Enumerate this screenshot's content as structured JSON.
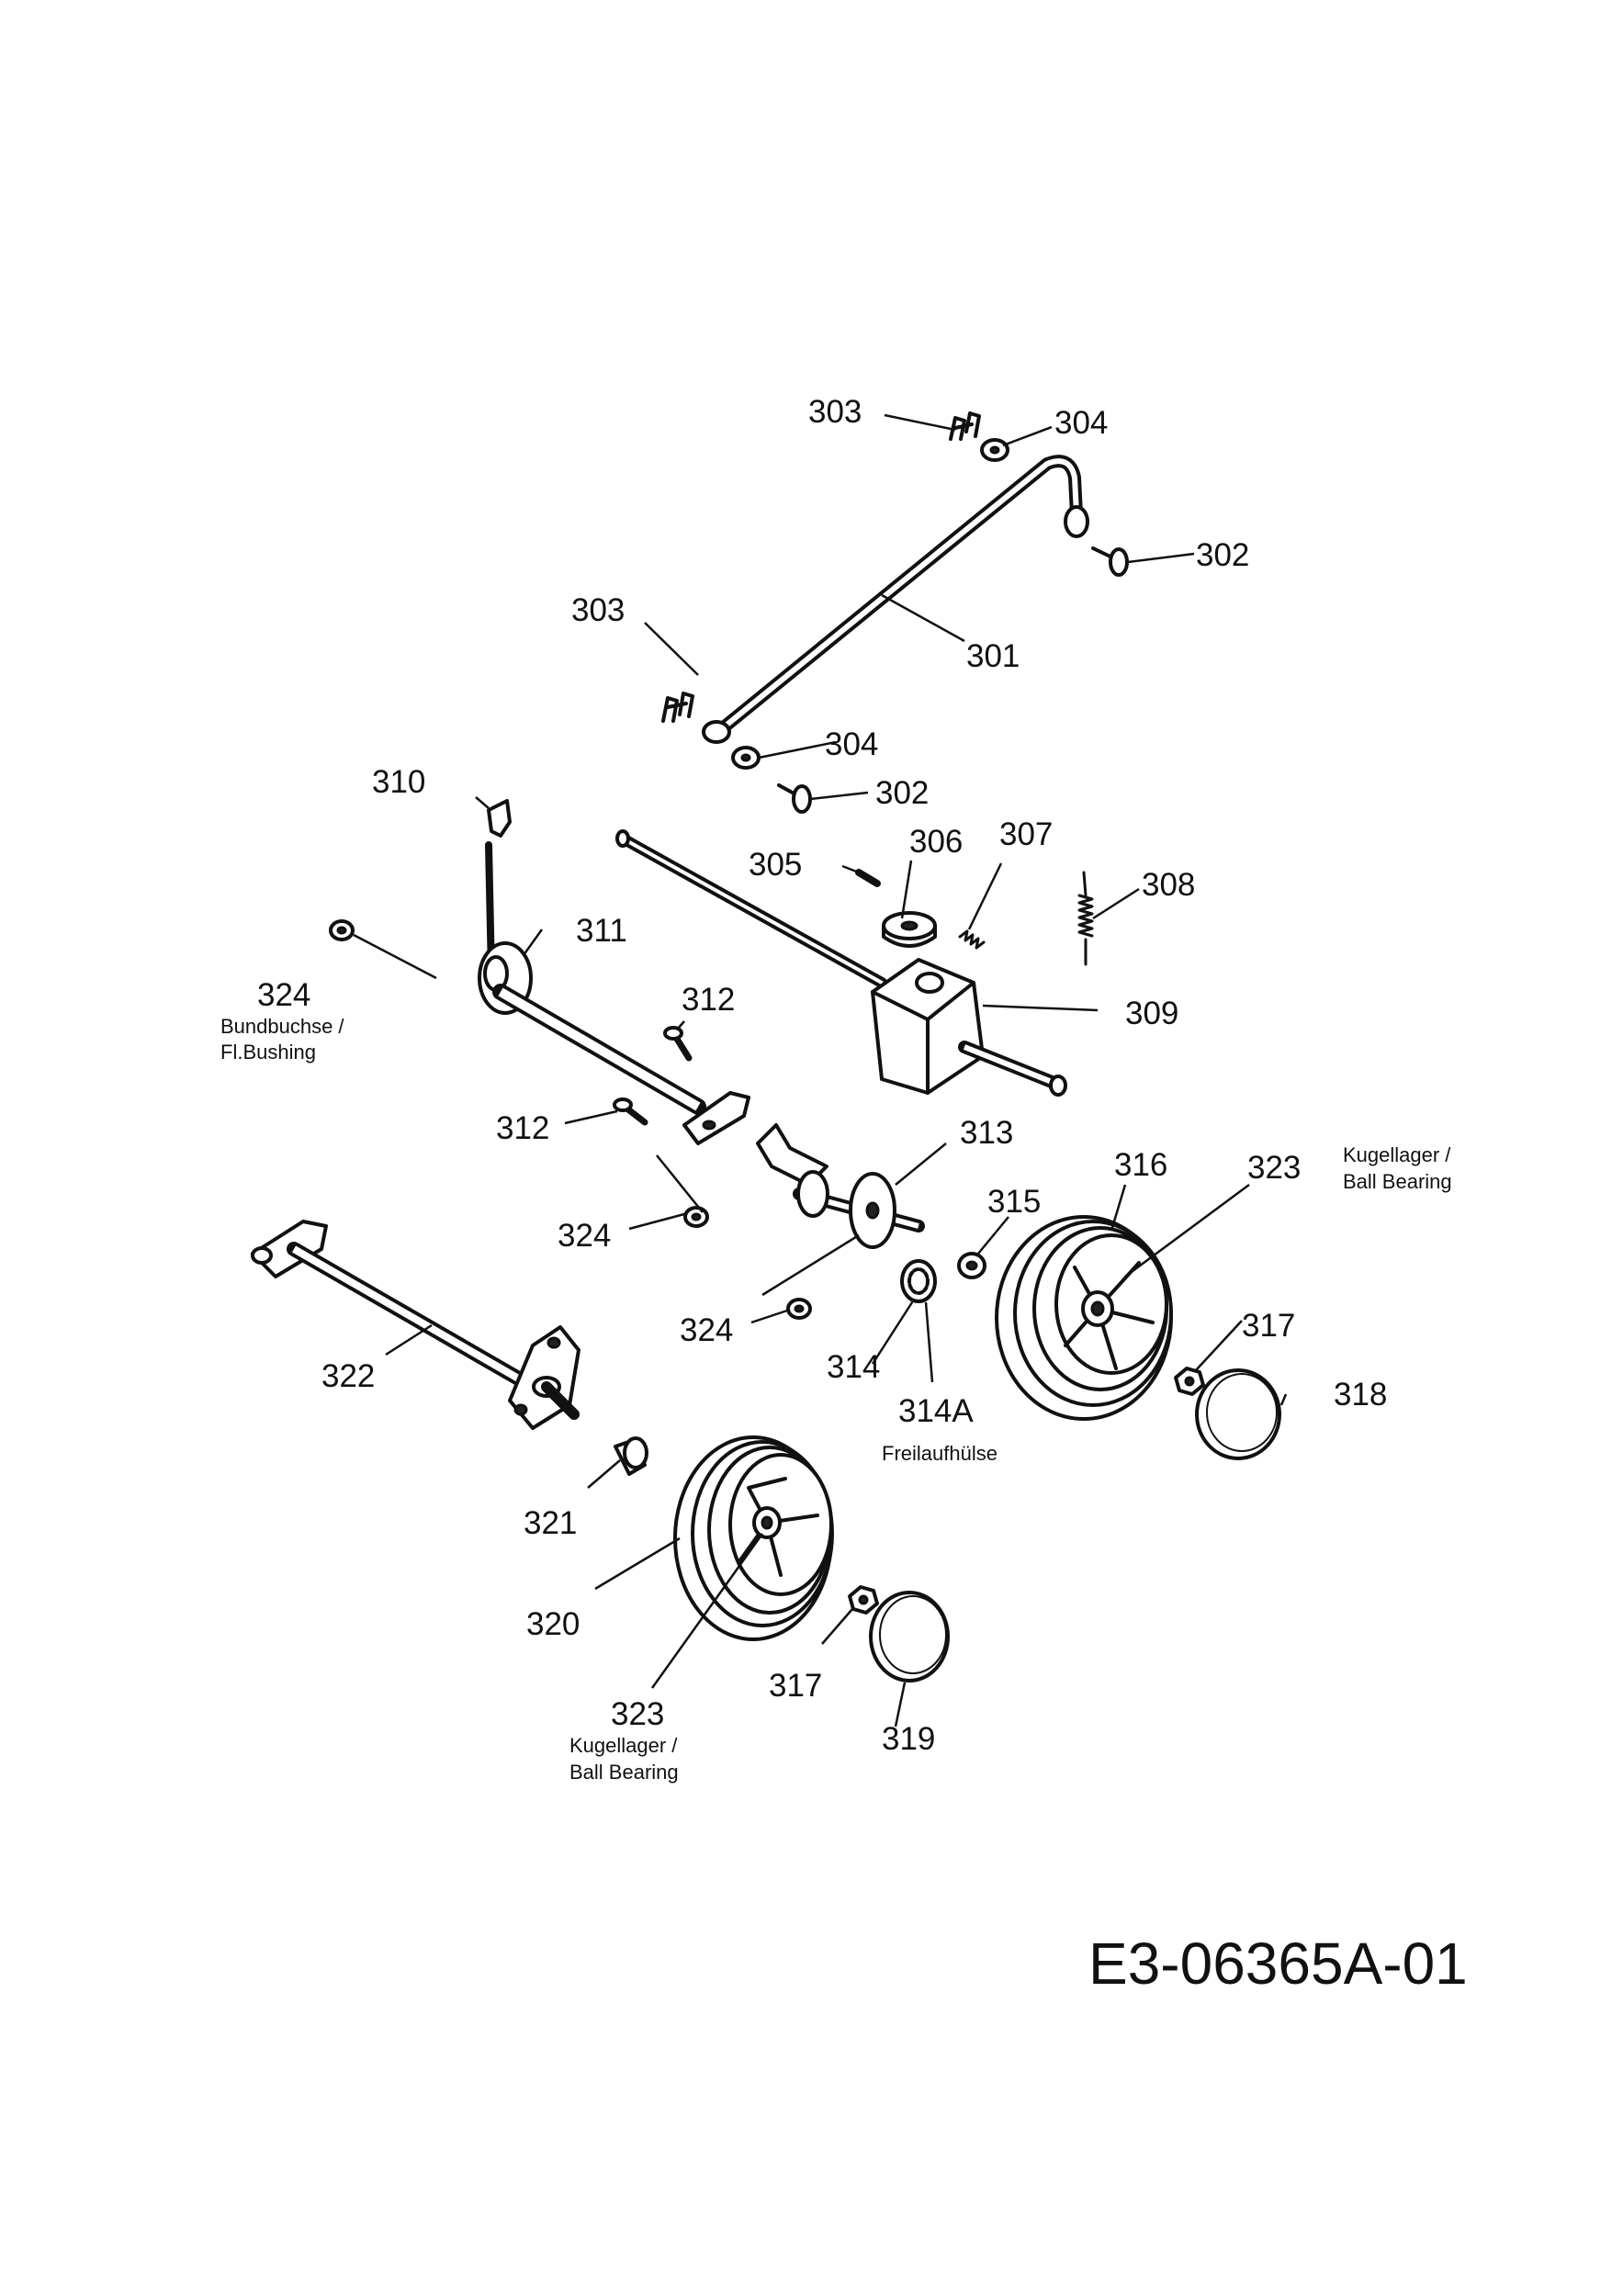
{
  "diagram_code": "E3-06365A-01",
  "callouts": {
    "c303a": "303",
    "c304a": "304",
    "c302a": "302",
    "c303b": "303",
    "c301": "301",
    "c304b": "304",
    "c302b": "302",
    "c310": "310",
    "c305": "305",
    "c306": "306",
    "c307": "307",
    "c308": "308",
    "c311": "311",
    "c324a": "324",
    "c312a": "312",
    "c309": "309",
    "c312b": "312",
    "c313": "313",
    "c316": "316",
    "c323a": "323",
    "c315": "315",
    "c324b": "324",
    "c324c": "324",
    "c322": "322",
    "c314": "314",
    "c317a": "317",
    "c318": "318",
    "c314A": "314A",
    "c321": "321",
    "c320": "320",
    "c317b": "317",
    "c323b": "323",
    "c319": "319"
  },
  "notes": {
    "bushing_de": "Bundbuchse /",
    "bushing_en": "Fl.Bushing",
    "bearing_de_a": "Kugellager /",
    "bearing_en_a": "Ball Bearing",
    "freewheel": "Freilaufhülse",
    "bearing_de_b": "Kugellager /",
    "bearing_en_b": "Ball Bearing"
  }
}
